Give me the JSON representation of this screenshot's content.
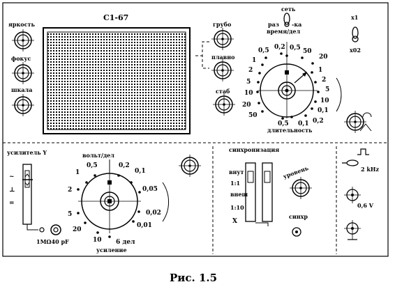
{
  "device_title": "С1-67",
  "caption": "Рис. 1.5",
  "top_left_knobs": [
    "яркость",
    "фокус",
    "шкала"
  ],
  "sweep_fine_knobs": [
    "грубо",
    "плавно",
    "стаб"
  ],
  "timebase": {
    "switch_left": "раз",
    "switch_right": "-ка",
    "switch_top": "сеть",
    "unit": "время/дел",
    "labels": [
      "0,1",
      "0,5",
      "1",
      "2",
      "5",
      "10",
      "20",
      "50",
      "0,2",
      "0,5",
      "1",
      "2",
      "5",
      "10",
      "20",
      "50",
      "0,1",
      "0,2",
      "0,5"
    ],
    "title": "длительность"
  },
  "multiplier": {
    "top": "x1",
    "bottom": "x02"
  },
  "amp_y": {
    "title": "усилитель Y",
    "unit": "вольт/дел",
    "labels": [
      "0,5",
      "0,2",
      "0,1",
      "0,05",
      "0,02",
      "0,01",
      "6 дел",
      "10",
      "20",
      "5",
      "2",
      "1"
    ],
    "input_label": "1MΩ40 pF",
    "gain_label": "усиление"
  },
  "sync": {
    "title": "синхронизация",
    "sw_labels": [
      "внут",
      "1:1",
      "внеш",
      "1:10",
      "X"
    ],
    "level_label": "уровень",
    "input_label": "синхр"
  },
  "calibrator": {
    "freq": "2 kHz",
    "volt": "0,6 V"
  }
}
